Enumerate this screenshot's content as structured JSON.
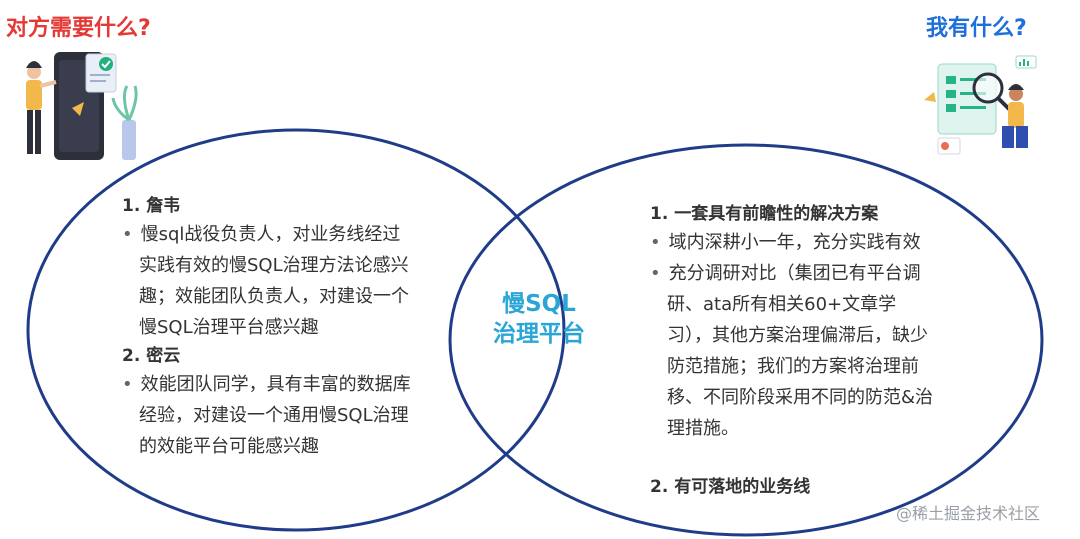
{
  "headings": {
    "left": "对方需要什么?",
    "right": "我有什么?"
  },
  "left_panel": {
    "sections": [
      {
        "title": "1. 詹韦",
        "lines": [
          "慢sql战役负责人，对业务线经过",
          "实践有效的慢SQL治理方法论感兴",
          "趣；效能团队负责人，对建设一个",
          "慢SQL治理平台感兴趣"
        ]
      },
      {
        "title": "2. 密云",
        "lines": [
          "效能团队同学，具有丰富的数据库",
          "经验，对建设一个通用慢SQL治理",
          "的效能平台可能感兴趣"
        ]
      }
    ]
  },
  "center": {
    "line1": "慢SQL",
    "line2": "治理平台"
  },
  "right_panel": {
    "title1": "1. 一套具有前瞻性的解决方案",
    "bullet1": "域内深耕小一年，充分实践有效",
    "bullet2_lines": [
      "充分调研对比（集团已有平台调",
      "研、ata所有相关60+文章学",
      "习），其他方案治理偏滞后，缺少",
      "防范措施；我们的方案将治理前",
      "移、不同阶段采用不同的防范&治",
      "理措施。"
    ],
    "title2": "2. 有可落地的业务线"
  },
  "watermark": "@稀土掘金技术社区",
  "colors": {
    "ellipse_stroke": "#1f3c88",
    "left_heading": "#e53935",
    "right_heading": "#1e6fd9",
    "center_label": "#2aa6d6"
  },
  "icons": {
    "left_illustration": "person-with-phone-illustration",
    "right_illustration": "person-with-magnifier-illustration"
  }
}
